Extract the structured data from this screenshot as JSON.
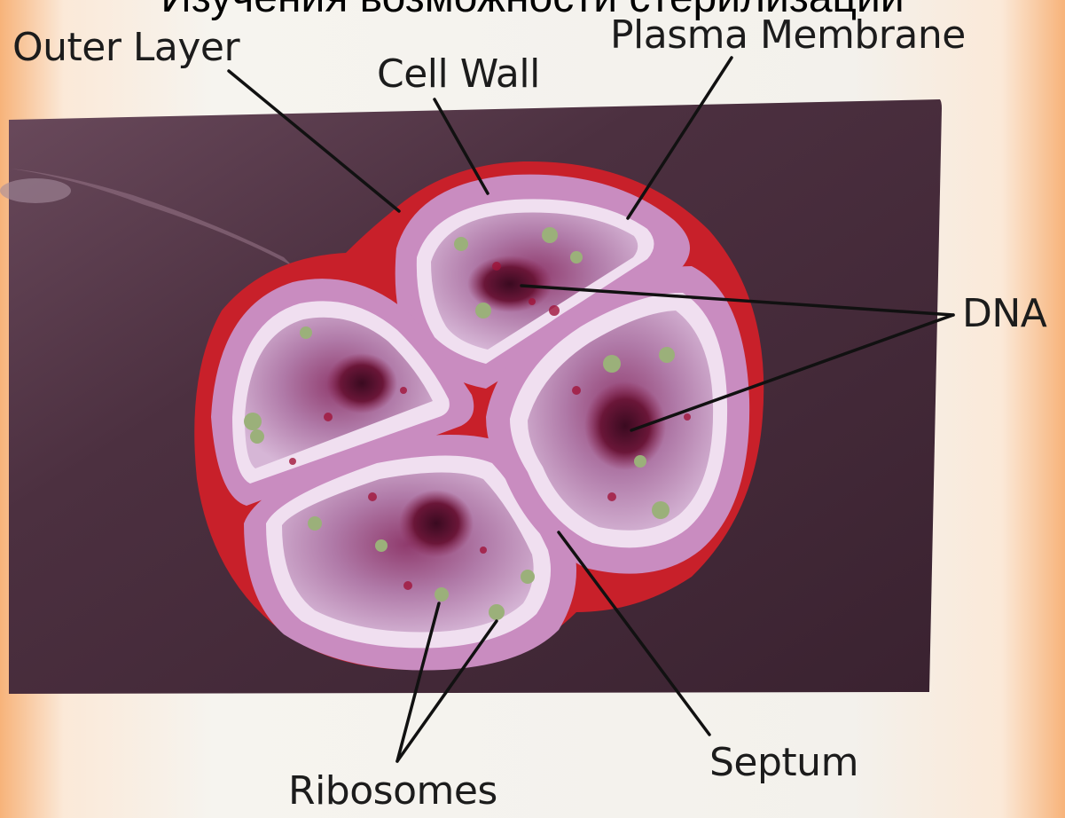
{
  "slide": {
    "title": "Изучения возможности стерилизации"
  },
  "labels": {
    "outer_layer": "Outer Layer",
    "cell_wall": "Cell Wall",
    "plasma_membrane": "Plasma Membrane",
    "dna": "DNA",
    "septum": "Septum",
    "ribosomes": "Ribosomes"
  },
  "colors": {
    "tray": "#4a2e3c",
    "outer_layer": "#c8202a",
    "cell_wall": "#c98cc0",
    "plasma_membrane": "#f0dff0",
    "cytoplasm": "#b57ab2",
    "dna": "#5a1030",
    "ribosome": "#9bb07a"
  }
}
